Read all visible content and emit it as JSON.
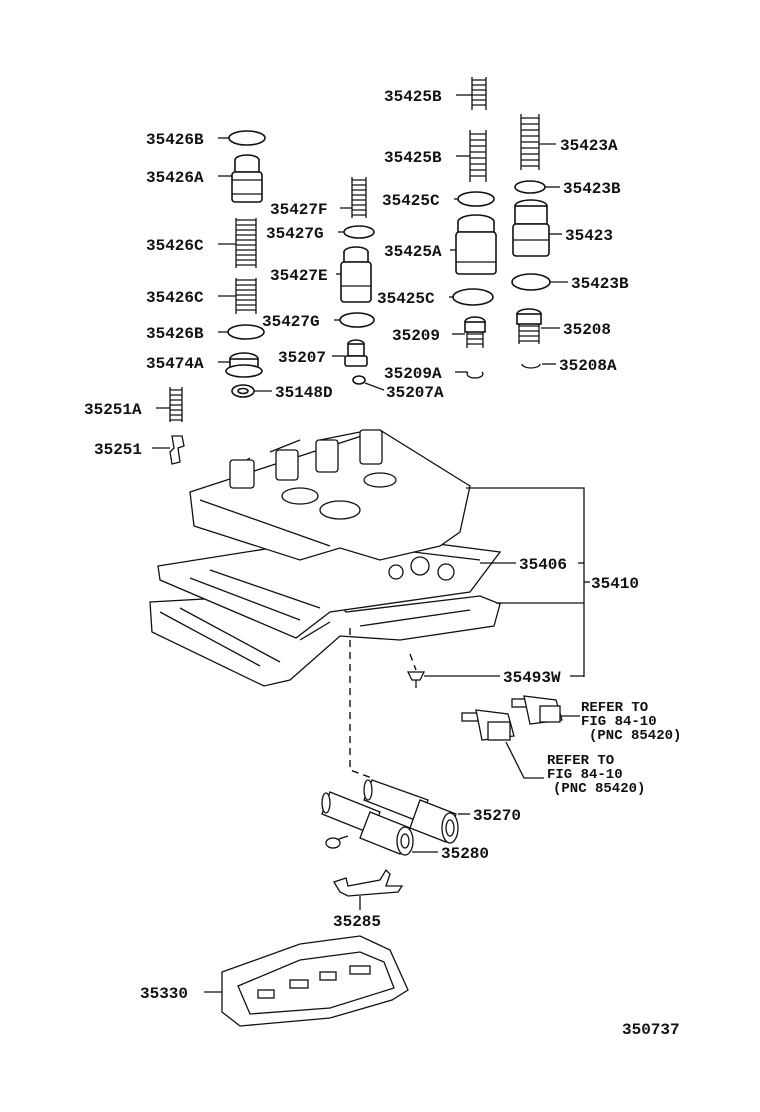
{
  "labels": {
    "p35425B_top": "35425B",
    "p35426B_top": "35426B",
    "p35423A": "35423A",
    "p35426A": "35426A",
    "p35425B_mid": "35425B",
    "p35423B_top": "35423B",
    "p35427F": "35427F",
    "p35425C_top": "35425C",
    "p35427G_top": "35427G",
    "p35426C_top": "35426C",
    "p35425A": "35425A",
    "p35423": "35423",
    "p35427E": "35427E",
    "p35423B_bot": "35423B",
    "p35426C_bot": "35426C",
    "p35425C_bot": "35425C",
    "p35427G_bot": "35427G",
    "p35426B_bot": "35426B",
    "p35209": "35209",
    "p35208": "35208",
    "p35207": "35207",
    "p35474A": "35474A",
    "p35209A": "35209A",
    "p35208A": "35208A",
    "p35148D": "35148D",
    "p35207A": "35207A",
    "p35251A": "35251A",
    "p35251": "35251",
    "p35406": "35406",
    "p35410": "35410",
    "p35493W": "35493W",
    "p35270": "35270",
    "p35280": "35280",
    "p35285": "35285",
    "p35330": "35330"
  },
  "refers": {
    "ref1": [
      "REFER TO",
      "FIG 84-10",
      "(PNC 85420)"
    ],
    "ref2": [
      "REFER TO",
      "FIG 84-10",
      "(PNC 85420)"
    ]
  },
  "figure_number": "350737"
}
